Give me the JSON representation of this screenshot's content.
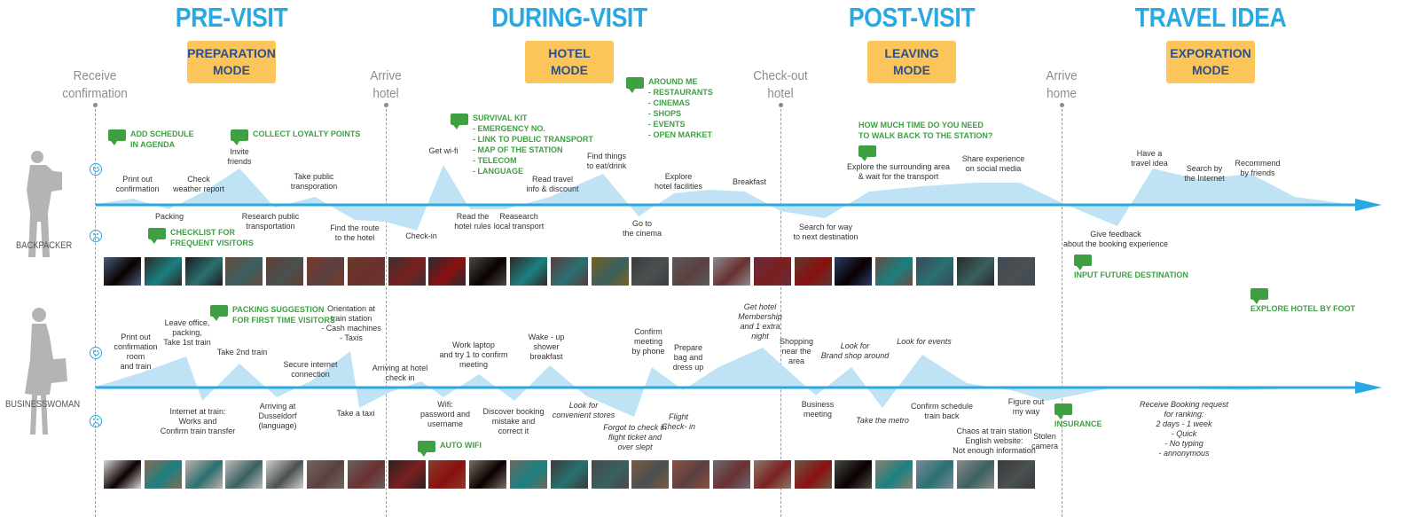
{
  "phases": [
    {
      "title": "PRE-VISIT",
      "mode": [
        "PREPARATION",
        "MODE"
      ]
    },
    {
      "title": "DURING-VISIT",
      "mode": [
        "HOTEL",
        "MODE"
      ]
    },
    {
      "title": "POST-VISIT",
      "mode": [
        "LEAVING",
        "MODE"
      ]
    },
    {
      "title": "TRAVEL IDEA",
      "mode": [
        "EXPORATION",
        "MODE"
      ]
    }
  ],
  "milestones": [
    "Receive\nconfirmation",
    "Arrive\nhotel",
    "Check-out\nhotel",
    "Arrive\nhome"
  ],
  "personas": [
    "BACKPACKER",
    "BUSINESSWOMAN"
  ],
  "backpacker": {
    "steps_above": [
      "Print out\nconfirmation",
      "Check\nweather report",
      "Invite\nfriends",
      "Take public\ntransporation",
      "Get wi-fi",
      "Read travel\ninfo & discount",
      "Find things\nto eat/drink",
      "Explore\nhotel facilities",
      "Breakfast",
      "Explore the surrounding area\n& wait for the transport",
      "Share experience\non social media",
      "Have a\ntravel idea",
      "Search by\nthe Internet",
      "Recommend\nby friends"
    ],
    "steps_below": [
      "Packing",
      "Research public\ntransportation",
      "Find the route\nto the hotel",
      "Check-in",
      "Read the\nhotel rules",
      "Reasearch\nlocal transport",
      "Go to\nthe cinema",
      "Search for way\nto next destination",
      "Give feedback\nabout the booking experience"
    ],
    "ideas": [
      "ADD SCHEDULE\nIN AGENDA",
      "COLLECT LOYALTY POINTS",
      "CHECKLIST FOR\nFREQUENT VISITORS",
      "SURVIVAL KIT\n- EMERGENCY NO.\n- LINK TO PUBLIC TRANSPORT\n- MAP OF THE STATION\n- TELECOM\n- LANGUAGE",
      "AROUND ME\n- RESTAURANTS\n- CINEMAS\n- SHOPS\n- EVENTS\n- OPEN MARKET",
      "HOW MUCH TIME DO YOU NEED\nTO WALK BACK TO THE STATION?",
      "INPUT FUTURE DESTINATION"
    ]
  },
  "businesswoman": {
    "steps_above": [
      "Print out\nconfirmation\nroom\nand train",
      "Leave office,\npacking,\nTake 1st train",
      "Take 2nd train",
      "Secure internet\nconnection",
      "Orientation at\ntrain station\n- Cash machines\n- Taxis",
      "Arriving at hotel\ncheck in",
      "Work laptop\nand try 1 to confirm\nmeeting",
      "Wake - up\nshower\nbreakfast",
      "Confirm\nmeeting\nby phone",
      "Prepare\nbag and\ndress up",
      "Get hotel\nMembership\nand 1 extra\nnight",
      "Shopping\nnear the\narea",
      "Look for\nBrand shop around",
      "Look for events",
      "Figure out\nmy way"
    ],
    "steps_below": [
      "Internet at train:\nWorks and\nConfirm train transfer",
      "Arriving at\nDusseldorf\n(language)",
      "Take a taxi",
      "Wifi:\npassword and\nusername",
      "Discover booking\nmistake and\ncorrect it",
      "Look for\nconvenient stores",
      "Forgot to check in\nflight ticket and\nover slept",
      "Flight\nCheck- in",
      "Business\nmeeting",
      "Take the metro",
      "Confirm schedule\ntrain back",
      "Chaos at train station\nEnglish website:\nNot enough information",
      "Stolen\ncamera",
      "Receive Booking request\nfor ranking:\n2 days - 1 week\n- Quick\n- No typing\n- annonymous"
    ],
    "ideas": [
      "PACKING SUGGESTION\nFOR FIRST TIME VISITORS",
      "AUTO WIFI",
      "INSURANCE",
      "EXPLORE HOTEL BY FOOT"
    ]
  },
  "colors": {
    "phase_title": "#29a9e1",
    "mode_box": "#fcc55a",
    "mode_text": "#2d4f8c",
    "idea_green": "#3ea043",
    "emotion_fill": "#bfe3f5",
    "timeline": "#29a9e1"
  },
  "icons": [
    "backpacker-figure-icon",
    "businesswoman-figure-icon",
    "happy-face-icon",
    "sad-face-icon",
    "comment-bubble-icon",
    "timeline-arrow-icon"
  ]
}
